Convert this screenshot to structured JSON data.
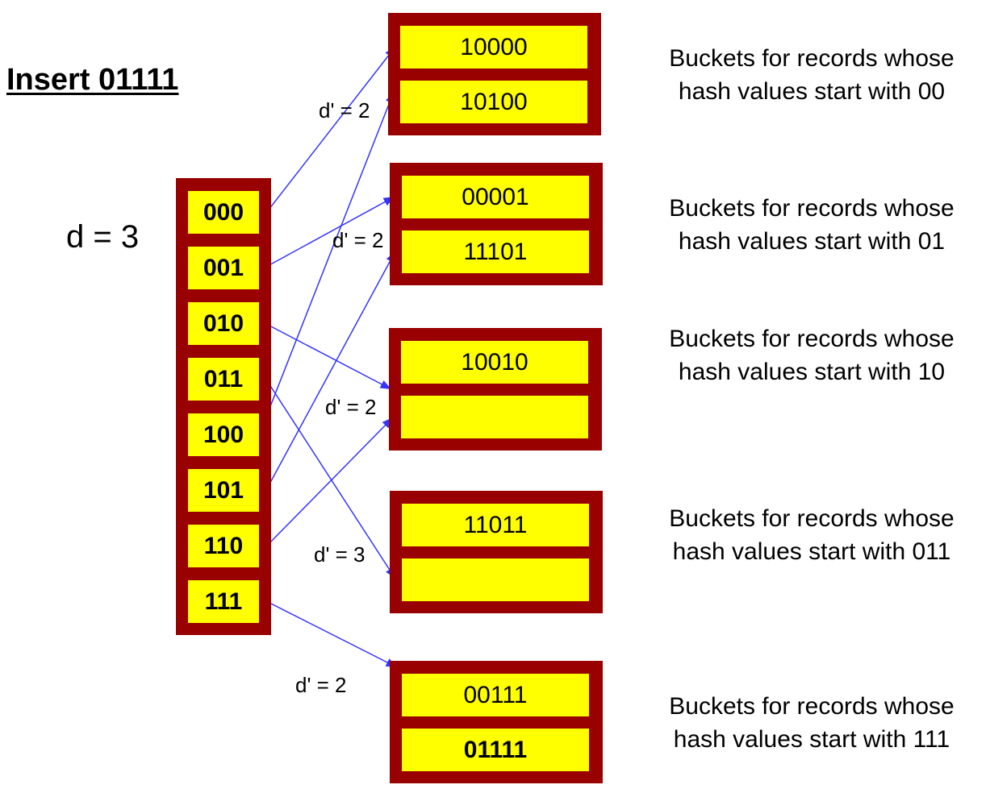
{
  "title": "Insert 01111",
  "global_depth_label": "d = 3",
  "directory": [
    "000",
    "001",
    "010",
    "011",
    "100",
    "101",
    "110",
    "111"
  ],
  "buckets": [
    {
      "records": [
        "10000",
        "10100"
      ],
      "local_depth": "d' = 2",
      "description": "Buckets for records whose hash values start with 00"
    },
    {
      "records": [
        "00001",
        "11101"
      ],
      "local_depth": "d' = 2",
      "description": "Buckets for records whose hash values start with 01"
    },
    {
      "records": [
        "10010",
        ""
      ],
      "local_depth": "d' = 2",
      "description": "Buckets for records whose hash values start with 10"
    },
    {
      "records": [
        "11011",
        ""
      ],
      "local_depth": "d' = 3",
      "description": "Buckets for records whose hash values start with 011"
    },
    {
      "records": [
        "00111",
        "01111"
      ],
      "local_depth": "d' = 2",
      "description": "Buckets for records whose hash values start with 111",
      "new_record": "01111"
    }
  ],
  "pointers": [
    {
      "from": "000",
      "to_bucket": 0
    },
    {
      "from": "001",
      "to_bucket": 1
    },
    {
      "from": "010",
      "to_bucket": 2
    },
    {
      "from": "011",
      "to_bucket": 3
    },
    {
      "from": "100",
      "to_bucket": 0
    },
    {
      "from": "101",
      "to_bucket": 1
    },
    {
      "from": "110",
      "to_bucket": 2
    },
    {
      "from": "111",
      "to_bucket": 4
    }
  ],
  "colors": {
    "container": "#990000",
    "slot": "#ffff00",
    "arrow": "#3333ff"
  }
}
